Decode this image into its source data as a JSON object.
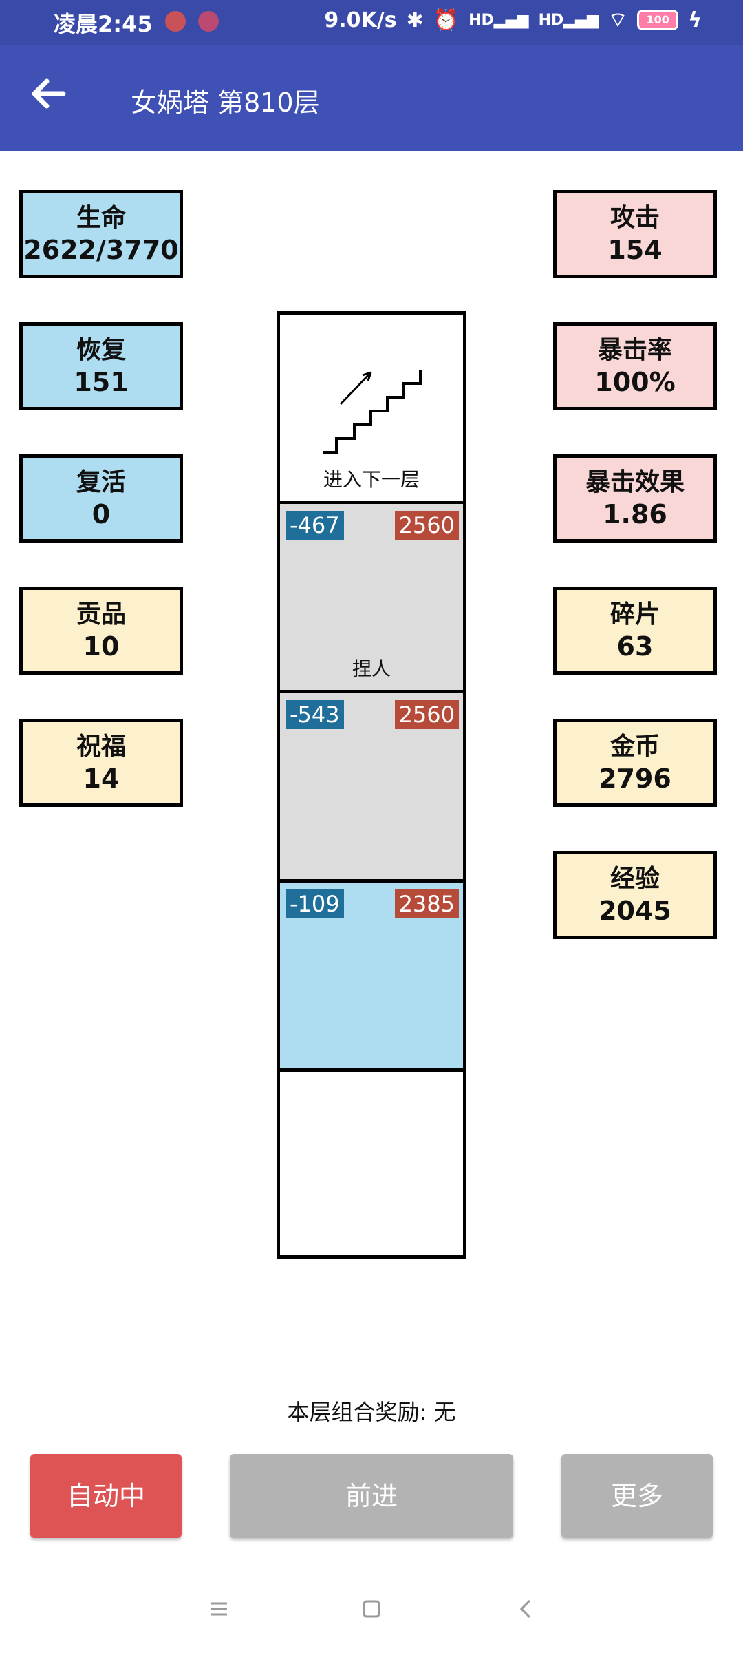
{
  "status": {
    "time": "凌晨2:45",
    "speed": "9.0K/s",
    "battery": "100"
  },
  "header": {
    "title": "女娲塔 第810层"
  },
  "left_stats": [
    {
      "label": "生命",
      "value": "2622/3770"
    },
    {
      "label": "恢复",
      "value": "151"
    },
    {
      "label": "复活",
      "value": "0"
    },
    {
      "label": "贡品",
      "value": "10"
    },
    {
      "label": "祝福",
      "value": "14"
    }
  ],
  "right_stats": [
    {
      "label": "攻击",
      "value": "154"
    },
    {
      "label": "暴击率",
      "value": "100%"
    },
    {
      "label": "暴击效果",
      "value": "1.86"
    },
    {
      "label": "碎片",
      "value": "63"
    },
    {
      "label": "金币",
      "value": "2796"
    },
    {
      "label": "经验",
      "value": "2045"
    }
  ],
  "tower": {
    "stairs_label": "进入下一层",
    "cells": [
      {
        "blue_value": "-467",
        "red_value": "2560",
        "name": "捏人"
      },
      {
        "blue_value": "-543",
        "red_value": "2560",
        "name": ""
      },
      {
        "blue_value": "-109",
        "red_value": "2385",
        "name": ""
      }
    ]
  },
  "bonus_text": "本层组合奖励: 无",
  "buttons": {
    "auto": "自动中",
    "forward": "前进",
    "more": "更多"
  },
  "colors": {
    "status_bar": "#3a4aa8",
    "app_bar": "#3f51b5",
    "hp_box": "#aedcf0",
    "attack_box": "#f8d7d6",
    "resource_box": "#fdf0cc",
    "auto_button": "#de5454",
    "gray_button": "#b3b3b3",
    "badge_blue": "#1f6f9a",
    "badge_red": "#b64b3a"
  }
}
